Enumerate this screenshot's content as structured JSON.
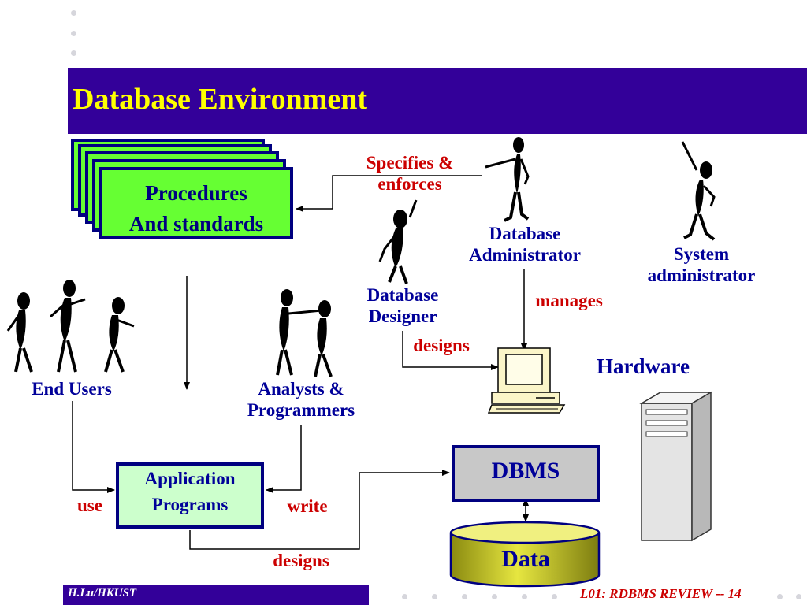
{
  "title": "Database Environment",
  "nodes": {
    "procedures": [
      "Procedures",
      "And standards"
    ],
    "application": [
      "Application",
      "Programs"
    ],
    "dbms": "DBMS",
    "data": "Data"
  },
  "actors": {
    "dba": [
      "Database",
      "Administrator"
    ],
    "sysadmin": [
      "System",
      "administrator"
    ],
    "designer": [
      "Database",
      "Designer"
    ],
    "end_users": "End Users",
    "analysts": [
      "Analysts &",
      "Programmers"
    ],
    "hardware": "Hardware"
  },
  "relations": {
    "specifies": [
      "Specifies &",
      "enforces"
    ],
    "manages": "manages",
    "designs_hw": "designs",
    "use": "use",
    "write": "write",
    "designs_dbms": "designs"
  },
  "footer": {
    "left": "H.Lu/HKUST",
    "right": "L01: RDBMS REVIEW -- 14"
  },
  "colors": {
    "title_bar": "#330099",
    "title_text": "#ffff00",
    "procedures_fill": "#66ff33",
    "app_fill": "#ccffcc",
    "dbms_fill": "#c8c8c8",
    "data_fill": "#cccc33",
    "label_blue": "#000099",
    "label_red": "#cc0000"
  }
}
